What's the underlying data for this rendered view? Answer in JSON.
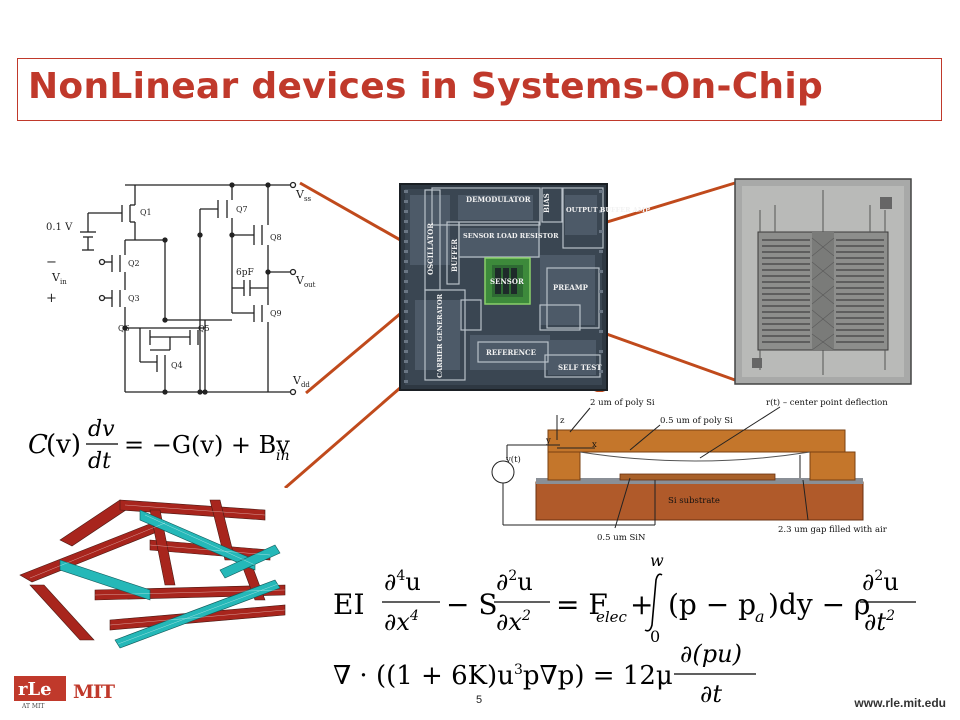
{
  "slide": {
    "title": "NonLinear devices in Systems-On-Chip",
    "page_number": "5",
    "footer_url": "www.rle.mit.edu"
  },
  "logos": {
    "rle_text": "rLe",
    "rle_sub": "AT MIT",
    "mit_text": "MIT"
  },
  "schematic": {
    "label_vss": "V",
    "label_vss_sub": "ss",
    "label_vout": "V",
    "label_vout_sub": "out",
    "label_vdd": "V",
    "label_vdd_sub": "dd",
    "label_vin": "V",
    "label_vin_sub": "in",
    "label_source": "0.1 V",
    "label_minus": "−",
    "label_plus": "+",
    "label_cap": "6pF",
    "transistors": [
      "Q1",
      "Q2",
      "Q3",
      "Q4",
      "Q5",
      "Q6",
      "Q7",
      "Q8",
      "Q9"
    ]
  },
  "chip": {
    "blocks": [
      "DEMODULATOR",
      "BIAS",
      "OUTPUT BUFFER AMP",
      "OSCILLATOR",
      "BUFFER",
      "SENSOR LOAD RESISTOR",
      "SENSOR",
      "PREAMP",
      "CARRIER GENERATOR",
      "REFERENCE",
      "SELF TEST"
    ]
  },
  "cross_section": {
    "label_poly2": "2 um of poly Si",
    "label_poly05": "0.5 um of poly Si",
    "label_deflection": "r(t) – center point deflection",
    "label_substrate": "Si substrate",
    "label_sin": "0.5 um SiN",
    "label_gap": "2.3 um gap filled with air",
    "label_vt": "v(t)",
    "label_z": "z",
    "label_y": "y",
    "label_x": "x"
  },
  "equations": {
    "eq1": {
      "lhs_C": "C",
      "lhs_v": "(v)",
      "num1": "dv",
      "den1": "dt",
      "rhs": "= −G(v) + Bv",
      "rhs_sub": "in"
    },
    "eq2": {
      "ei": "EI",
      "num_a": "∂",
      "num_a_sup": "4",
      "num_a_u": "u",
      "den_a": "∂x",
      "den_a_sup": "4",
      "minus_s": "− S",
      "num_b": "∂",
      "num_b_sup": "2",
      "num_b_u": "u",
      "den_b": "∂x",
      "den_b_sup": "2",
      "eq_f": "= F",
      "f_sub": "elec",
      "plus": "+",
      "int_upper": "w",
      "int_lower": "0",
      "integrand": "(p − p",
      "p_sub": "a",
      "integrand_end": ")dy − ρ",
      "num_c": "∂",
      "num_c_sup": "2",
      "num_c_u": "u",
      "den_c": "∂t",
      "den_c_sup": "2"
    },
    "eq3": {
      "lhs": "∇ · ((1 + 6K)u",
      "lhs_sup": "3",
      "lhs_end": "p∇p) = 12μ",
      "num": "∂(pu)",
      "den": "∂t"
    }
  }
}
